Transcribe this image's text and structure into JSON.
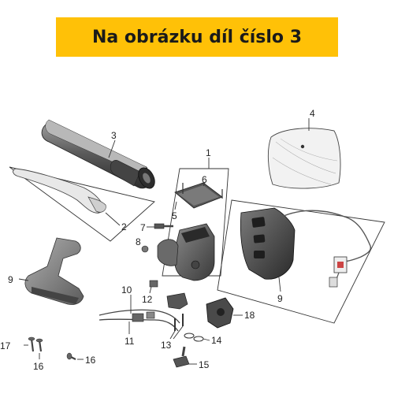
{
  "banner": {
    "text": "Na obrázku díl číslo 3",
    "color": "#ffc107"
  },
  "callouts": {
    "c1": "1",
    "c2": "2",
    "c3": "3",
    "c4": "4",
    "c5": "5",
    "c6": "6",
    "c7": "7",
    "c8": "8",
    "c9a": "9",
    "c9b": "9",
    "c10": "10",
    "c11": "11",
    "c12": "12",
    "c13": "13",
    "c14": "14",
    "c15": "15",
    "c16": "16",
    "c17": "17",
    "c16b": "16",
    "c18": "18"
  }
}
